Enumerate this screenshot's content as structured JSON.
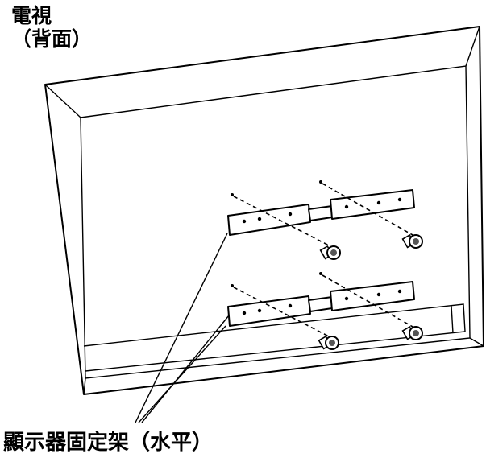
{
  "labels": {
    "tv_line1": "電視",
    "tv_line2": "（背面）",
    "bracket": "顯示器固定架（水平）"
  },
  "colors": {
    "line": "#000000",
    "background": "#ffffff"
  },
  "icons": {
    "screw": "screw-icon",
    "bracket": "wall-mount-bracket-icon"
  }
}
